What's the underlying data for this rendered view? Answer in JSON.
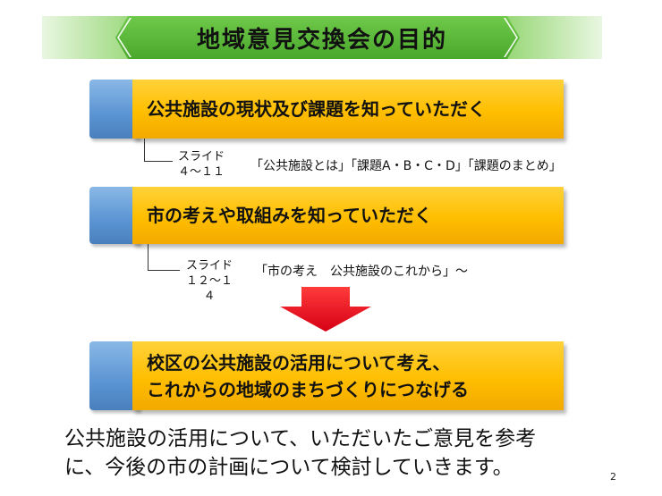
{
  "title": "地域意見交換会の目的",
  "steps": [
    {
      "lines": [
        "公共施設の現状及び課題を知っていただく"
      ],
      "slide_label": [
        "スライド",
        "４～１１"
      ],
      "slide_desc": "「公共施設とは」「課題A・B・C・D」「課題のまとめ」"
    },
    {
      "lines": [
        "市の考えや取組みを知っていただく"
      ],
      "slide_label": [
        "スライド",
        "１２～１４"
      ],
      "slide_desc": "「市の考え　公共施設のこれから」～"
    },
    {
      "lines": [
        "校区の公共施設の活用について考え、",
        "これからの地域のまちづくりにつなげる"
      ]
    }
  ],
  "footer": {
    "line1": "公共施設の活用について、いただいたご意見を参考",
    "line2": "に、今後の市の計画について検討していきます。"
  },
  "page_number": "2",
  "colors": {
    "banner_green": "#5cbf35",
    "bar_yellow": "#ffbe00",
    "accent_blue": "#5a94d3",
    "arrow_red": "#e8001b"
  }
}
